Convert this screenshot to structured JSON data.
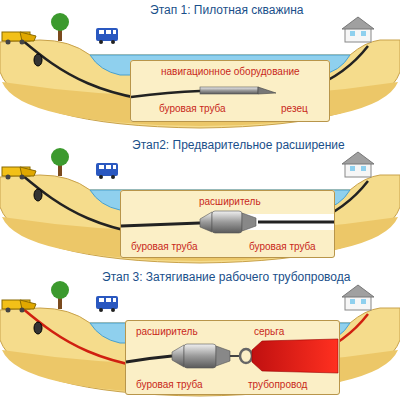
{
  "diagram": {
    "nodes": [
      {
        "text": [
          "навигационное оборудование",
          "буровая труба",
          "резец"
        ]
      },
      {
        "text": [
          "расширитель",
          "буровая труба",
          "буровая труба"
        ]
      },
      {
        "text": [
          "расширитель",
          "серьга",
          "буровая труба",
          "трубопровод"
        ]
      }
    ],
    "labels": [
      "Этап 1: Пилотная скважина",
      "Этап2: Предварительное расширение",
      "Этап 3: Затягивание рабочего трубопровода"
    ]
  }
}
